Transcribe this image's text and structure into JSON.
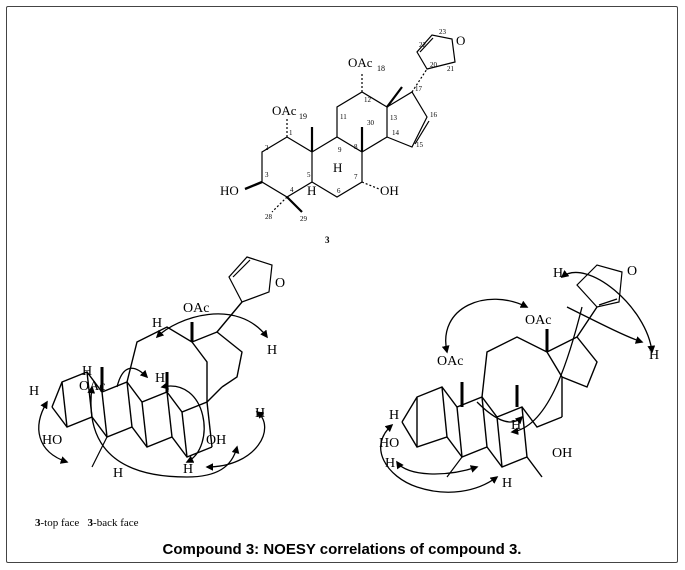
{
  "compound_number": "3",
  "caption": "Compound 3: NOESY correlations of compound 3.",
  "top_structure": {
    "substituents": {
      "oac19": "OAc",
      "oac18": "OAc",
      "ho3": "HO",
      "oh7": "OH",
      "h5": "H",
      "h9": "H",
      "furan_o": "O"
    },
    "subscripts": {
      "s19": "19",
      "s18": "18"
    },
    "atom_numbers": {
      "n1": "1",
      "n2": "2",
      "n3": "3",
      "n4": "4",
      "n5": "5",
      "n6": "6",
      "n7": "7",
      "n8": "8",
      "n9": "9",
      "n11": "11",
      "n12": "12",
      "n13": "13",
      "n14": "14",
      "n15": "15",
      "n16": "16",
      "n17": "17",
      "n20": "20",
      "n21": "21",
      "n22": "22",
      "n23": "23",
      "n28": "28",
      "n29": "29",
      "n30": "30"
    }
  },
  "left_model": {
    "face_number": "3",
    "face_label": "-top face",
    "labels": {
      "oac_a": "OAc",
      "oac_b": "OAc",
      "ho": "HO",
      "oh": "OH",
      "o": "O",
      "h": "H"
    }
  },
  "right_model": {
    "face_number": "3",
    "face_label": "-back face",
    "labels": {
      "oac_a": "OAc",
      "oac_b": "OAc",
      "ho": "HO",
      "oh": "OH",
      "o": "O",
      "h": "H"
    }
  }
}
